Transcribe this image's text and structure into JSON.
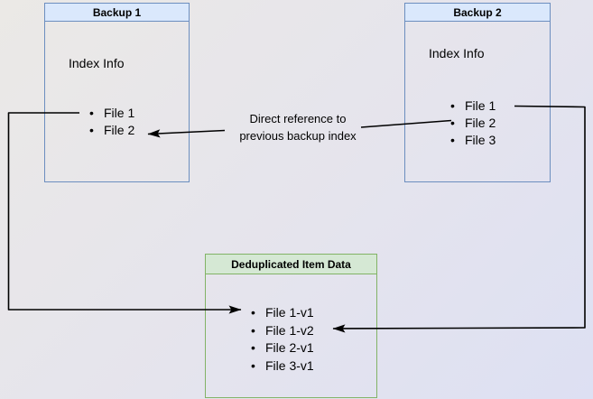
{
  "colors": {
    "background_top_left": "#ebe9e6",
    "background_bottom_right": "#dde0f3",
    "blue_header_fill": "#dae8fc",
    "blue_border": "#6c8ebf",
    "green_header_fill": "#d5e8d4",
    "green_border": "#82b366",
    "arrow": "#000000",
    "text": "#000000"
  },
  "boxes": {
    "backup1": {
      "title": "Backup 1",
      "label": "Index Info",
      "files": [
        "File 1",
        "File 2"
      ]
    },
    "backup2": {
      "title": "Backup 2",
      "label": "Index Info",
      "files": [
        "File 1",
        "File 2",
        "File 3"
      ]
    },
    "dedup": {
      "title": "Deduplicated Item Data",
      "files": [
        "File 1-v1",
        "File 1-v2",
        "File 2-v1",
        "File 3-v1"
      ]
    }
  },
  "annotation": {
    "line1": "Direct reference to",
    "line2": "previous backup index"
  },
  "edges": [
    {
      "from": "Backup 1 / File 1",
      "to": "Deduplicated Item Data / File 1-v1"
    },
    {
      "from": "Backup 2 / File 1",
      "to": "Deduplicated Item Data / File 1-v2"
    },
    {
      "from": "Backup 2 / File 2",
      "to": "Backup 1 / File 2",
      "label": "Direct reference to previous backup index"
    }
  ]
}
